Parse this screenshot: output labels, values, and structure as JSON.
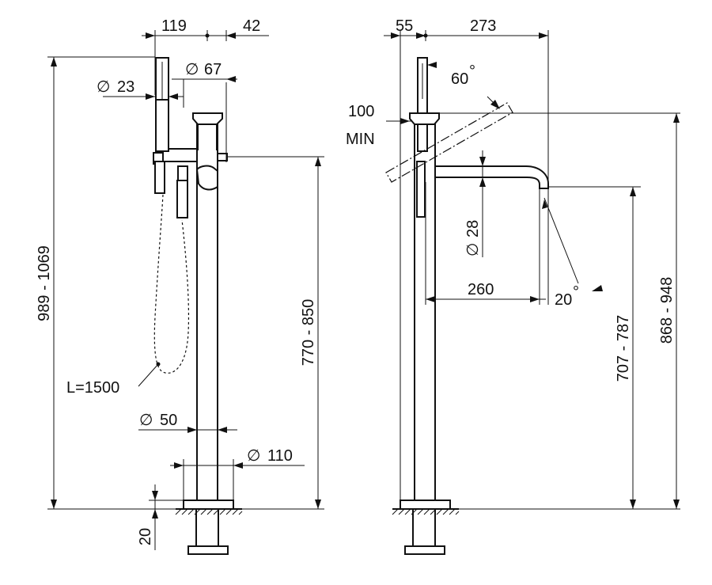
{
  "dimensions": {
    "d119": "119",
    "d42": "42",
    "dia67": "67",
    "dia23": "23",
    "height_total": "989 - 1069",
    "height_outlet": "770 - 850",
    "hose_length": "L=1500",
    "dia50": "50",
    "dia110": "110",
    "d20": "20",
    "d55": "55",
    "d273": "273",
    "angle60": "60",
    "d100": "100",
    "min": "MIN",
    "dia28": "28",
    "d260": "260",
    "angle20": "20",
    "height_spout": "707 - 787",
    "height_handle": "868 - 948"
  },
  "symbols": {
    "diameter": "∅",
    "degree": "°"
  }
}
